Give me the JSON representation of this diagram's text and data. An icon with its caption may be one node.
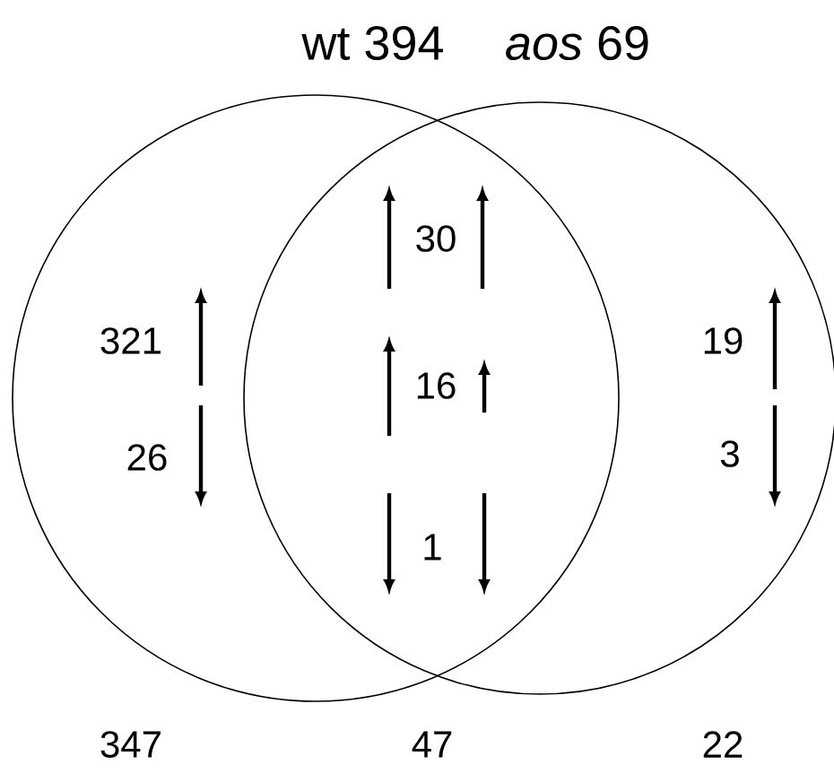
{
  "diagram": {
    "nodes": [
      {
        "text": [
          "wt 394"
        ]
      },
      {
        "text": [
          "*aos* 69"
        ]
      }
    ],
    "labels": [
      "30",
      "321",
      "16",
      "19",
      "26",
      "3",
      "1",
      "347",
      "47",
      "22"
    ]
  }
}
